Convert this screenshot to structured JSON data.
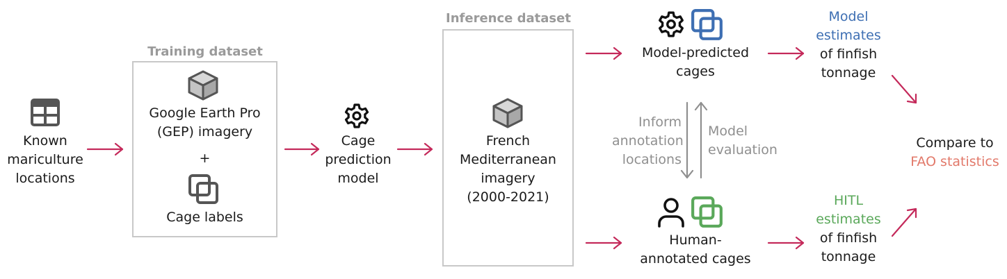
{
  "colors": {
    "arrow": "#c4295a",
    "gray_arrow": "#8f8f8f",
    "box_border": "#c8c8c8",
    "header_gray": "#9a9a9a",
    "model_blue": "#3e6fb3",
    "hitl_green": "#5aa85a",
    "fao_salmon": "#e2796a",
    "icon_gray": "#555555"
  },
  "headers": {
    "training": "Training dataset",
    "inference": "Inference dataset"
  },
  "known": {
    "l1": "Known",
    "l2": "mariculture",
    "l3": "locations"
  },
  "training": {
    "gep_l1": "Google Earth Pro",
    "gep_l2": "(GEP) imagery",
    "plus": "+",
    "labels": "Cage labels"
  },
  "model": {
    "l1": "Cage",
    "l2": "prediction",
    "l3": "model"
  },
  "inference": {
    "l1": "French",
    "l2": "Mediterranean",
    "l3": "imagery",
    "l4": "(2000-2021)"
  },
  "predicted": {
    "l1": "Model-predicted",
    "l2": "cages"
  },
  "human": {
    "l1": "Human-",
    "l2": "annotated cages"
  },
  "inform": {
    "l1": "Inform",
    "l2": "annotation",
    "l3": "locations"
  },
  "evaluation": {
    "l1": "Model",
    "l2": "evaluation"
  },
  "model_est": {
    "l1": "Model",
    "l2": "estimates",
    "l3": "of finfish",
    "l4": "tonnage"
  },
  "hitl_est": {
    "l1": "HITL",
    "l2": "estimates",
    "l3": "of finfish",
    "l4": "tonnage"
  },
  "compare": {
    "l1": "Compare to",
    "l2": "FAO statistics"
  },
  "icons": [
    "table-icon",
    "cube-icon",
    "cage-squares-icon",
    "gear-icon",
    "person-icon"
  ]
}
